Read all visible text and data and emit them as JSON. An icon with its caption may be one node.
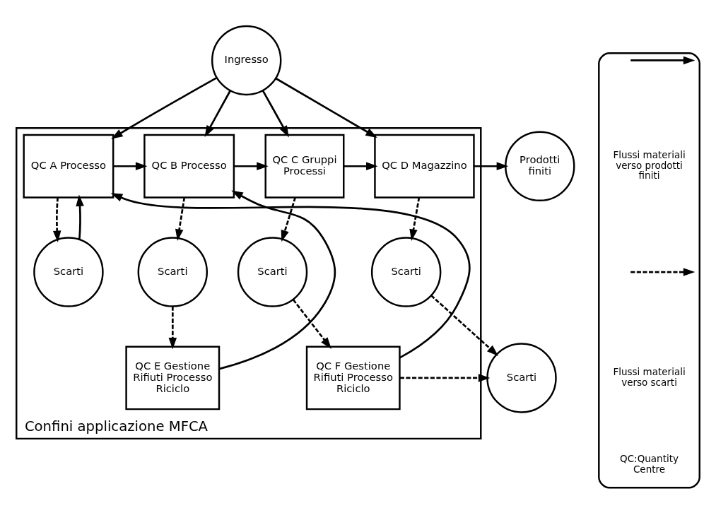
{
  "diagram": {
    "nodes": [
      {
        "text": [
          "Confini applicazione MFCA"
        ]
      },
      {
        "text": [
          "Ingresso"
        ]
      },
      {
        "text": [
          "QC A Processo"
        ],
        "in": 0
      },
      {
        "text": [
          "QC B Processo"
        ],
        "in": 0
      },
      {
        "text": [
          "QC C Gruppi Processi"
        ],
        "in": 0
      },
      {
        "text": [
          "QC D Magazzino"
        ],
        "in": 0
      },
      {
        "text": [
          "Prodotti finiti"
        ]
      },
      {
        "text": [
          "Scarti"
        ],
        "in": 0
      },
      {
        "text": [
          "Scarti"
        ],
        "in": 0
      },
      {
        "text": [
          "Scarti"
        ],
        "in": 0
      },
      {
        "text": [
          "Scarti"
        ],
        "in": 0
      },
      {
        "text": [
          "QC E Gestione Rifiuti Processo Riciclo"
        ],
        "in": 0
      },
      {
        "text": [
          "QC F Gestione Rifiuti Processo Riciclo"
        ],
        "in": 0
      },
      {
        "text": [
          "Scarti"
        ]
      },
      {
        "text": [],
        "shape": "box"
      }
    ],
    "edges": [
      {
        "from": 1,
        "to": 2,
        "arrow": "to"
      },
      {
        "from": 1,
        "to": 3,
        "arrow": "to"
      },
      {
        "from": 1,
        "to": 4,
        "arrow": "to"
      },
      {
        "from": 1,
        "to": 5,
        "arrow": "to"
      },
      {
        "from": 2,
        "to": 3,
        "arrow": "to"
      },
      {
        "from": 3,
        "to": 4,
        "arrow": "to"
      },
      {
        "from": 4,
        "to": 5,
        "arrow": "to"
      },
      {
        "from": 5,
        "to": 6,
        "arrow": "to"
      },
      {
        "from": 2,
        "to": 7,
        "arrow": "to",
        "style": "dashed"
      },
      {
        "from": 3,
        "to": 8,
        "arrow": "to",
        "style": "dashed"
      },
      {
        "from": 4,
        "to": 9,
        "arrow": "to",
        "style": "dashed"
      },
      {
        "from": 5,
        "to": 10,
        "arrow": "to",
        "style": "dashed"
      },
      {
        "from": 7,
        "to": 2,
        "arrow": "to"
      },
      {
        "from": 8,
        "to": 11,
        "arrow": "to",
        "style": "dashed"
      },
      {
        "from": 9,
        "to": 12,
        "arrow": "to",
        "style": "dashed"
      },
      {
        "from": 11,
        "to": 3,
        "arrow": "to"
      },
      {
        "from": 12,
        "to": 2,
        "arrow": "to"
      },
      {
        "from": 12,
        "to": 13,
        "arrow": "to",
        "style": "dashed"
      },
      {
        "from": 10,
        "to": 13,
        "arrow": "to",
        "style": "dashed"
      }
    ],
    "labels": [
      "QC:Quantity Centre"
    ],
    "legend": [
      {
        "text": "Flussi materiali verso prodotti finiti"
      },
      {
        "text": "Flussi materiali verso scarti"
      }
    ]
  }
}
